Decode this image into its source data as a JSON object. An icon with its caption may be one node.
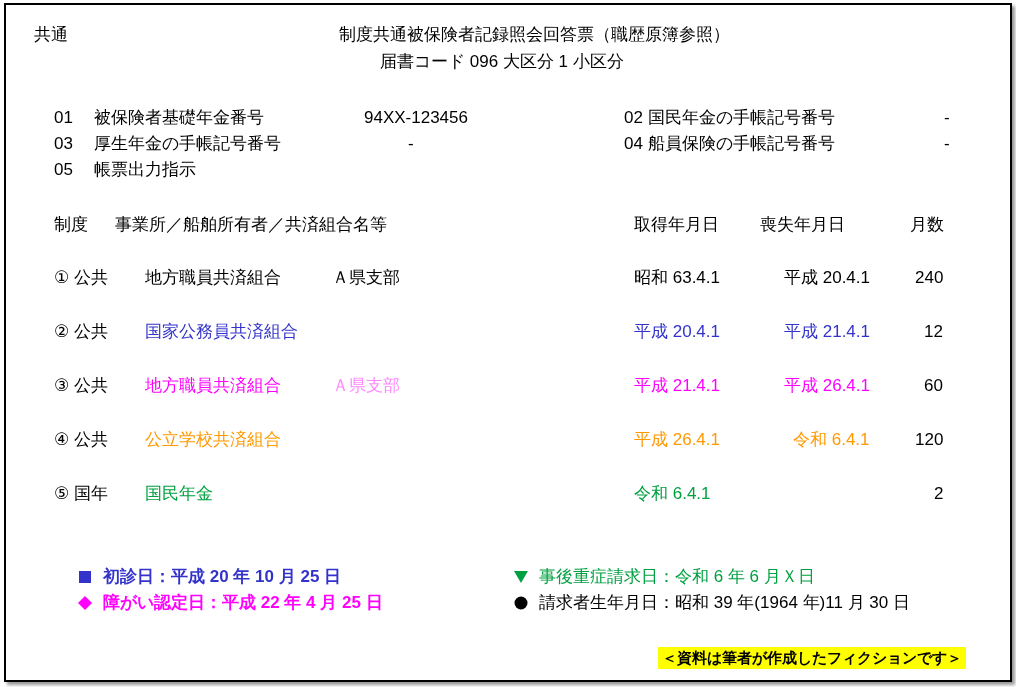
{
  "diagram": {
    "title": "制度共通被保険者記録照会回答票（職歴原簿参照）",
    "labels": [
      "共通",
      "届書コード 096 大区分 1 小区分",
      "01",
      "被保険者基礎年金番号",
      "94XX-123456",
      "02 国民年金の手帳記号番号",
      "-",
      "03",
      "厚生年金の手帳記号番号",
      "-",
      "04 船員保険の手帳記号番号",
      "-",
      "05",
      "帳票出力指示",
      "制度",
      "事業所／船舶所有者／共済組合名等",
      "取得年月日",
      "喪失年月日",
      "月数",
      "① 公共",
      "地方職員共済組合",
      "Ａ県支部",
      "昭和 63.4.1",
      "平成 20.4.1",
      "240",
      "② 公共",
      "国家公務員共済組合",
      "平成 20.4.1",
      "平成 21.4.1",
      "12",
      "③ 公共",
      "地方職員共済組合",
      "Ａ県支部",
      "平成 21.4.1",
      "平成 26.4.1",
      "60",
      "④ 公共",
      "公立学校共済組合",
      "平成 26.4.1",
      "令和 6.4.1",
      "120",
      "⑤ 国年",
      "国民年金",
      "令和 6.4.1",
      "2",
      "初診日：平成 20 年 10 月 25 日",
      "事後重症請求日：令和 6 年 6 月Ｘ日",
      "障がい認定日：平成 22 年 4 月 25 日",
      "請求者生年月日：昭和 39 年(1964 年)11 月 30 日",
      "＜資料は筆者が作成したフィクションです＞"
    ]
  }
}
